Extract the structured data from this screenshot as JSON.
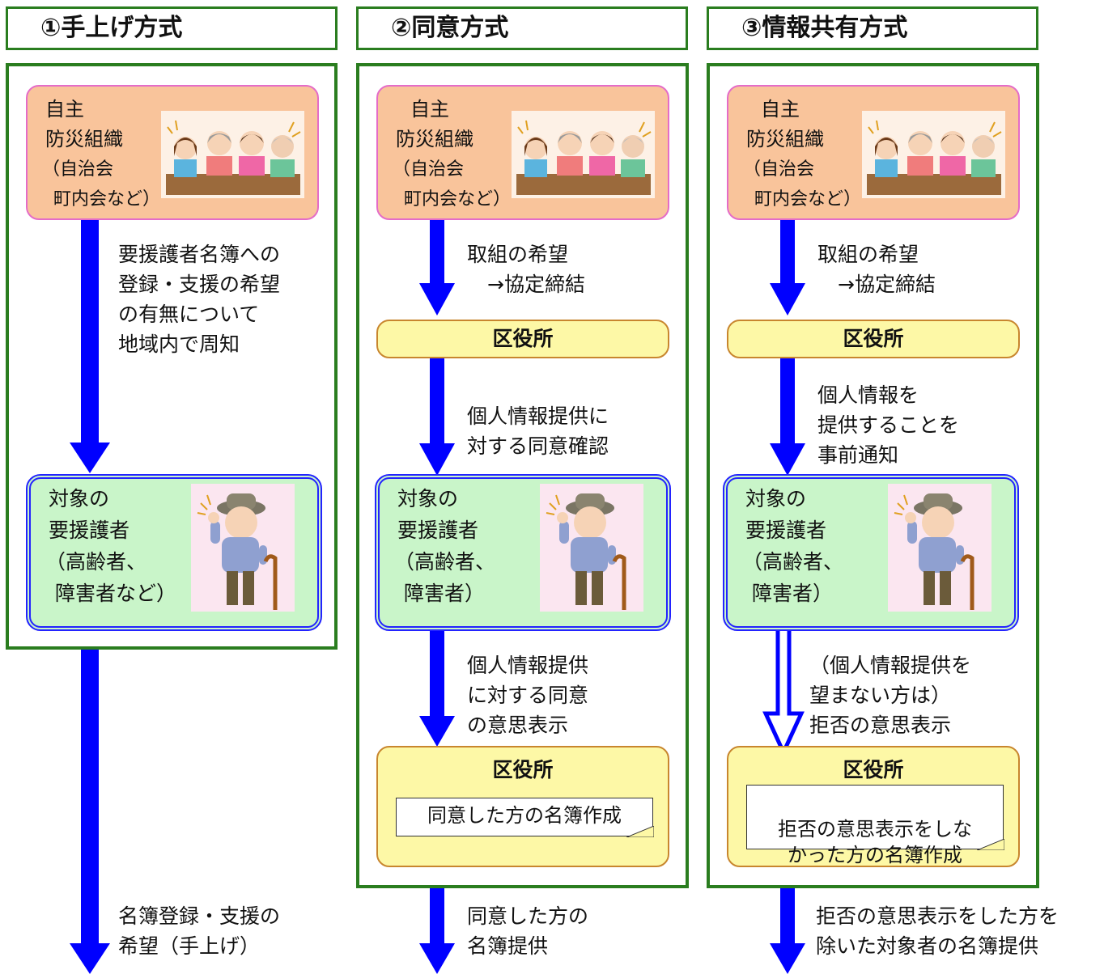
{
  "columns": [
    {
      "title": "①手上げ方式",
      "org_lines": [
        "自主",
        "防災組織",
        "（自治会",
        "町内会など）"
      ],
      "step1": "要援護者名簿への\n登録・支援の希望\nの有無について\n地域内で周知",
      "person_lines": [
        "対象の",
        "要援護者",
        "（高齢者、",
        "障害者など）"
      ],
      "final": "名簿登録・支援の\n希望（手上げ）"
    },
    {
      "title": "②同意方式",
      "org_lines": [
        "自主",
        "防災組織",
        "（自治会",
        "町内会など）"
      ],
      "step1": "取組の希望\n　→協定締結",
      "office1": "区役所",
      "step2": "個人情報提供に\n対する同意確認",
      "person_lines": [
        "対象の",
        "要援護者",
        "（高齢者、",
        "障害者）"
      ],
      "step3": "個人情報提供\nに対する同意\nの意思表示",
      "office2": "区役所",
      "office2_note": "同意した方の名簿作成",
      "final": "同意した方の\n名簿提供"
    },
    {
      "title": "③情報共有方式",
      "org_lines": [
        "自主",
        "防災組織",
        "（自治会",
        "町内会など）"
      ],
      "step1": "取組の希望\n　→協定締結",
      "office1": "区役所",
      "step2": "個人情報を\n提供することを\n事前通知",
      "person_lines": [
        "対象の",
        "要援護者",
        "（高齢者、",
        "障害者）"
      ],
      "step3": "（個人情報提供を\n望まない方は）\n拒否の意思表示",
      "office2": "区役所",
      "office2_note": "拒否の意思表示をしな\nかった方の名簿作成",
      "final": "拒否の意思表示をした方を\n除いた対象者の名簿提供"
    }
  ],
  "colors": {
    "green_border": "#2a7d1f",
    "arrow_blue": "#0000ff",
    "org_fill": "#f9c49b",
    "org_border": "#e46cc8",
    "office_fill": "#fdf8a6",
    "office_border": "#c8862e",
    "person_fill": "#c9f5c9",
    "person_border": "#2323ff"
  },
  "icons": [
    "group-of-people-illustration",
    "elderly-man-with-cane-illustration"
  ]
}
